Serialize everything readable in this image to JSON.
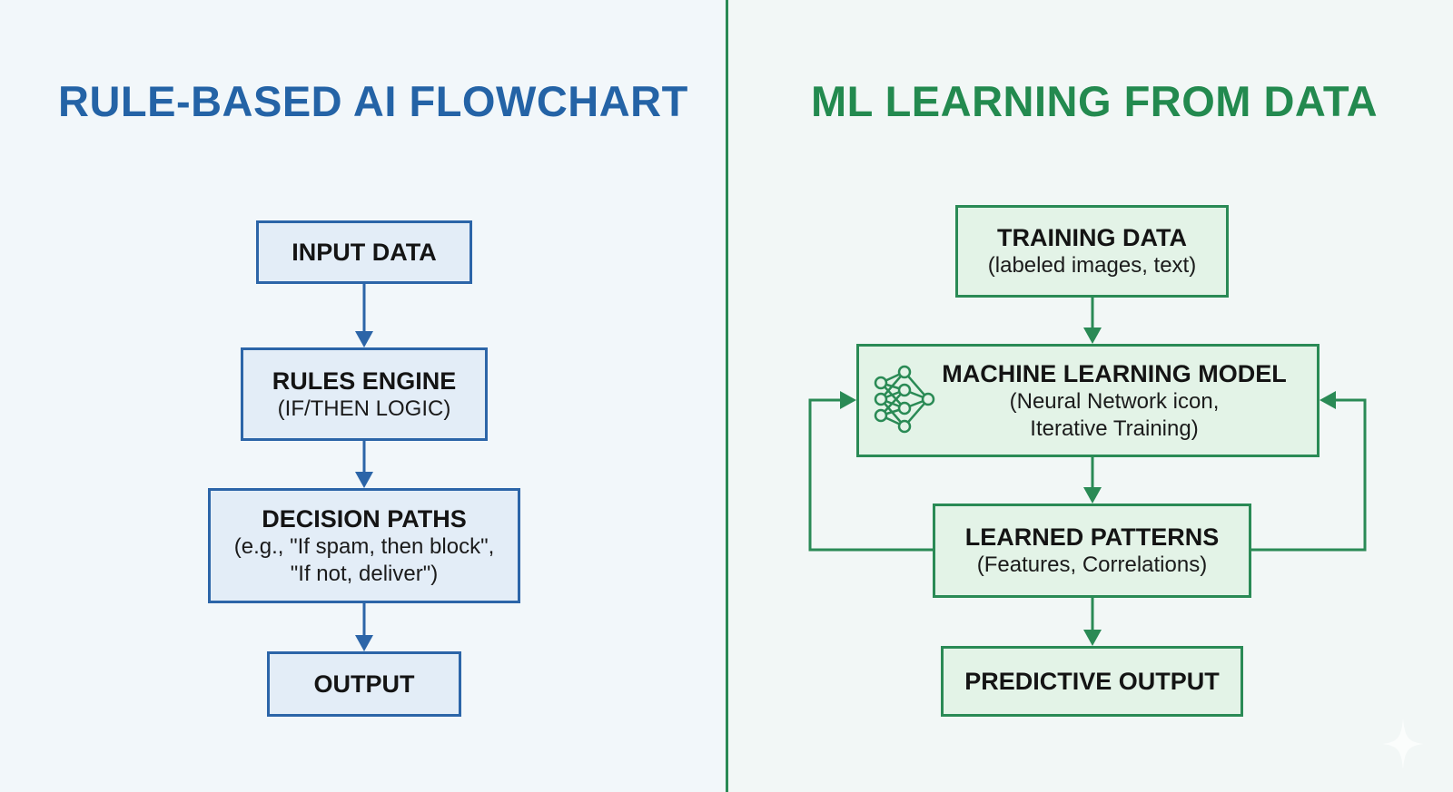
{
  "left_panel": {
    "title": "RULE-BASED AI FLOWCHART",
    "accent_color": "#2463a6",
    "nodes": [
      {
        "id": "input-data",
        "label": "INPUT DATA"
      },
      {
        "id": "rules-engine",
        "label": "RULES ENGINE",
        "sublabel": "(IF/THEN LOGIC)"
      },
      {
        "id": "decision-paths",
        "label": "DECISION PATHS",
        "sublabel_line1": "(e.g., \"If spam, then block\",",
        "sublabel_line2": "\"If not, deliver\")"
      },
      {
        "id": "output",
        "label": "OUTPUT"
      }
    ],
    "edges": [
      {
        "from": "input-data",
        "to": "rules-engine"
      },
      {
        "from": "rules-engine",
        "to": "decision-paths"
      },
      {
        "from": "decision-paths",
        "to": "output"
      }
    ]
  },
  "right_panel": {
    "title": "ML LEARNING FROM DATA",
    "accent_color": "#238a4f",
    "nodes": [
      {
        "id": "training-data",
        "label": "TRAINING DATA",
        "sublabel": "(labeled images, text)"
      },
      {
        "id": "ml-model",
        "label": "MACHINE LEARNING MODEL",
        "sublabel_line1": "(Neural Network icon,",
        "sublabel_line2": "Iterative Training)",
        "icon": "neural-network-icon"
      },
      {
        "id": "learned-patterns",
        "label": "LEARNED PATTERNS",
        "sublabel": "(Features, Correlations)"
      },
      {
        "id": "predictive-output",
        "label": "PREDICTIVE OUTPUT"
      }
    ],
    "edges": [
      {
        "from": "training-data",
        "to": "ml-model"
      },
      {
        "from": "ml-model",
        "to": "learned-patterns"
      },
      {
        "from": "learned-patterns",
        "to": "predictive-output"
      },
      {
        "from": "learned-patterns",
        "to": "ml-model",
        "route": "left-feedback-loop"
      },
      {
        "from": "learned-patterns",
        "to": "ml-model",
        "route": "right-feedback-loop"
      }
    ]
  },
  "decorations": {
    "watermark_icon": "sparkle-icon"
  }
}
